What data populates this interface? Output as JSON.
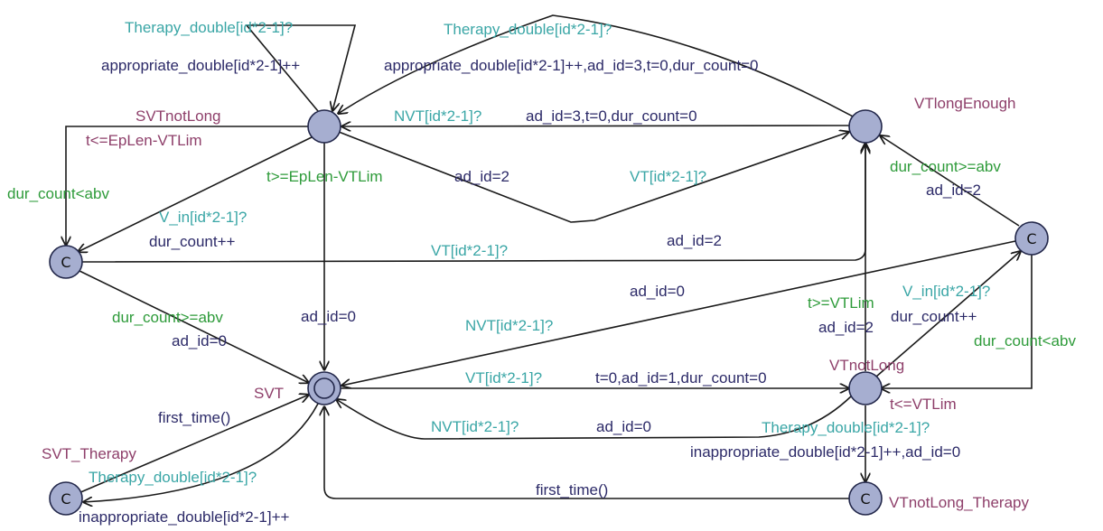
{
  "colors": {
    "location_fill": "#a6aed0",
    "location_name": "#8e3f6a",
    "guard": "#2e9b3a",
    "sync": "#3aa6a6",
    "update": "#2c2a68",
    "invariant": "#8e3f6a",
    "edge": "#1a1a1a"
  },
  "committed_mark": "C",
  "locations": {
    "svt_not_long": "SVTnotLong",
    "svt_not_long_inv": "t<=EpLen-VTLim",
    "vt_long_enough": "VTlongEnough",
    "svt": "SVT",
    "svt_therapy": "SVT_Therapy",
    "vt_not_long": "VTnotLong",
    "vt_not_long_inv": "t<=VTLim",
    "vt_not_long_therapy": "VTnotLong_Therapy"
  },
  "edges": {
    "self_loop": {
      "sync": "Therapy_double[id*2-1]?",
      "update": "appropriate_double[id*2-1]++"
    },
    "long_to_top": {
      "sync": "Therapy_double[id*2-1]?",
      "update": "appropriate_double[id*2-1]++,ad_id=3,t=0,dur_count=0"
    },
    "long_to_top_nvt": {
      "sync": "NVT[id*2-1]?",
      "update": "ad_id=3,t=0,dur_count=0"
    },
    "top_to_long_vt": {
      "sync": "VT[id*2-1]?",
      "update": "ad_id=2"
    },
    "top_to_svt": {
      "guard": "t>=EpLen-VTLim",
      "update": "ad_id=0"
    },
    "left_c_loop": {
      "guard": "dur_count<abv"
    },
    "top_to_left_c": {
      "sync": "V_in[id*2-1]?",
      "update": "dur_count++"
    },
    "left_c_to_long": {
      "sync": "VT[id*2-1]?",
      "update": "ad_id=2"
    },
    "left_c_to_svt": {
      "guard": "dur_count>=abv",
      "update": "ad_id=0"
    },
    "right_c_to_long": {
      "guard": "dur_count>=abv",
      "update": "ad_id=2"
    },
    "right_c_to_svt": {
      "sync": "NVT[id*2-1]?",
      "update": "ad_id=0"
    },
    "vtnl_to_long": {
      "guard": "t>=VTLim",
      "update": "ad_id=2"
    },
    "vtnl_to_right_c": {
      "sync": "V_in[id*2-1]?",
      "update": "dur_count++"
    },
    "right_c_loop": {
      "guard": "dur_count<abv"
    },
    "svt_to_vtnl": {
      "sync": "VT[id*2-1]?",
      "update": "t=0,ad_id=1,dur_count=0"
    },
    "vtnl_to_svt": {
      "sync": "NVT[id*2-1]?",
      "update": "ad_id=0"
    },
    "vtnl_to_therapy": {
      "sync": "Therapy_double[id*2-1]?",
      "update": "inappropriate_double[id*2-1]++,ad_id=0"
    },
    "vt_therapy_to_svt": {
      "update": "first_time()"
    },
    "svt_therapy_to_svt": {
      "update": "first_time()"
    },
    "svt_to_svt_therapy": {
      "sync": "Therapy_double[id*2-1]?",
      "update": "inappropriate_double[id*2-1]++"
    }
  }
}
